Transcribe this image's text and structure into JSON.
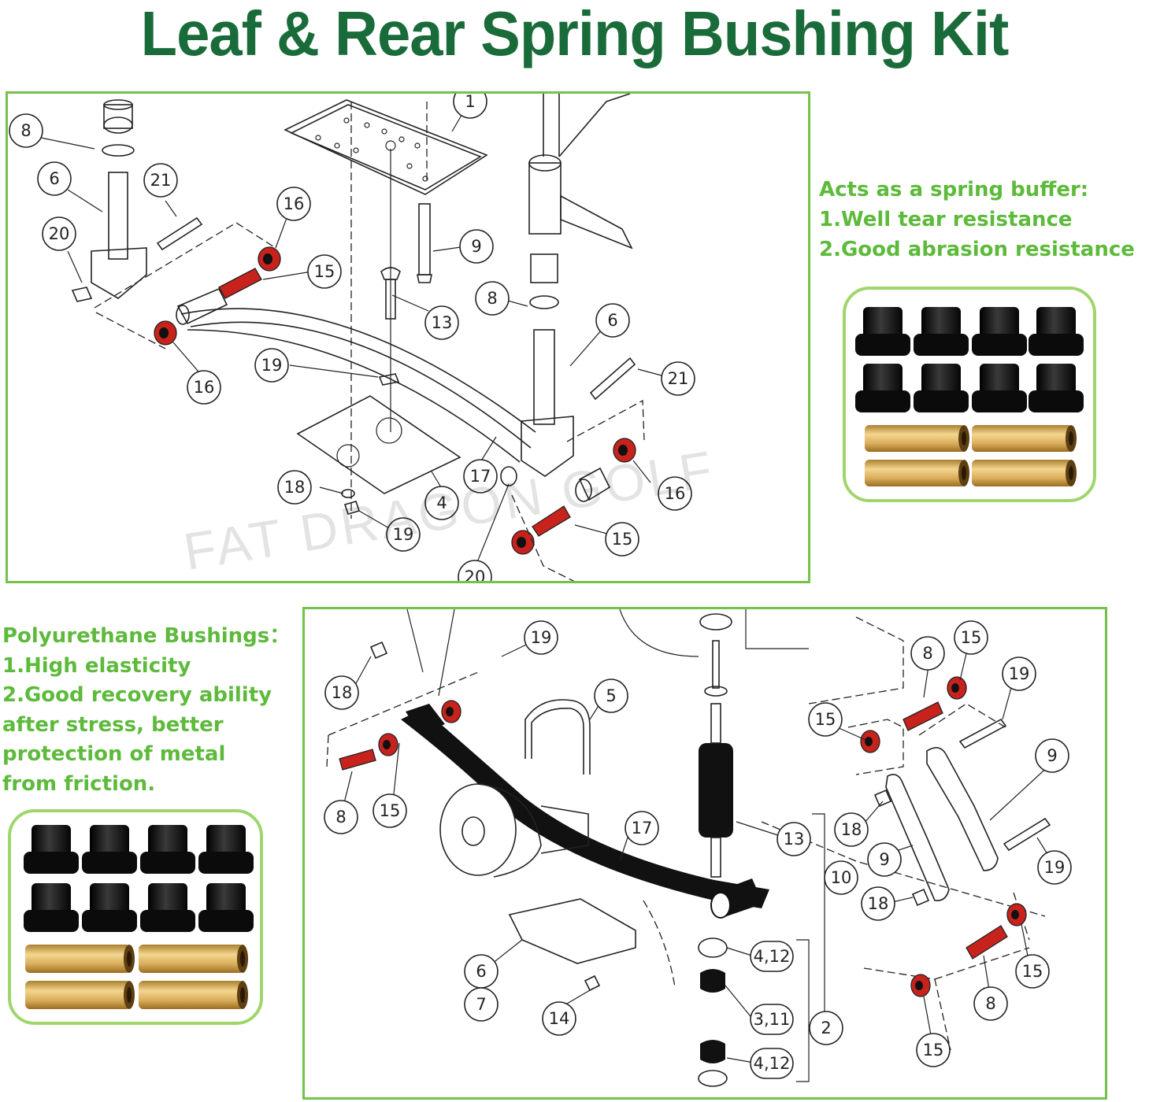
{
  "title": "Leaf & Rear Spring Bushing Kit",
  "watermark": "FAT DRAGON GOLF",
  "right_note": {
    "heading": "Acts as a spring buffer:",
    "points": [
      "1.Well tear resistance",
      "2.Good abrasion resistance"
    ]
  },
  "left_note": {
    "heading": "Polyurethane Bushings：",
    "points": [
      "1.High elasticity",
      "2.Good recovery ability",
      "after stress, better",
      "protection of metal",
      "from friction."
    ]
  },
  "kit_contents": {
    "black_bushings": 8,
    "bronze_sleeves": 4
  },
  "colors": {
    "title": "#1a6b3a",
    "note": "#5dba3b",
    "frame": "#74c24a",
    "highlight": "#c8221c"
  },
  "front_diagram": {
    "callouts": [
      "8",
      "6",
      "21",
      "20",
      "16",
      "15",
      "1",
      "9",
      "13",
      "8",
      "6",
      "21",
      "19",
      "16",
      "18",
      "4",
      "17",
      "16",
      "15",
      "19",
      "20"
    ]
  },
  "rear_diagram": {
    "callouts": [
      "18",
      "19",
      "5",
      "8",
      "15",
      "17",
      "13",
      "10",
      "6",
      "7",
      "14",
      "4,12",
      "3,11",
      "4,12",
      "2",
      "8",
      "15",
      "19",
      "15",
      "9",
      "18",
      "9",
      "18",
      "19",
      "15",
      "8",
      "15"
    ]
  }
}
